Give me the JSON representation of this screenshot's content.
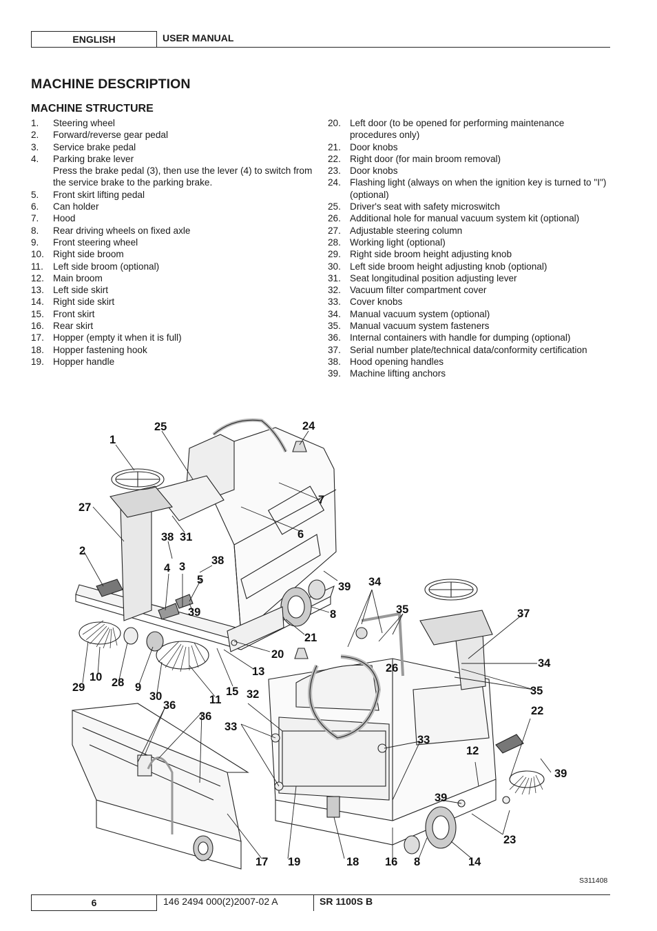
{
  "header": {
    "language": "ENGLISH",
    "title": "USER MANUAL"
  },
  "section_title": "MACHINE DESCRIPTION",
  "subsection_title": "MACHINE STRUCTURE",
  "parts_left": [
    {
      "num": "1.",
      "text": "Steering wheel"
    },
    {
      "num": "2.",
      "text": "Forward/reverse gear pedal"
    },
    {
      "num": "3.",
      "text": "Service brake pedal"
    },
    {
      "num": "4.",
      "text": "Parking brake lever"
    },
    {
      "num": "",
      "text": "Press the brake pedal (3), then use the lever (4) to switch from the service brake to the parking brake."
    },
    {
      "num": "5.",
      "text": "Front skirt lifting pedal"
    },
    {
      "num": "6.",
      "text": "Can holder"
    },
    {
      "num": "7.",
      "text": "Hood"
    },
    {
      "num": "8.",
      "text": "Rear driving wheels on fixed axle"
    },
    {
      "num": "9.",
      "text": "Front steering wheel"
    },
    {
      "num": "10.",
      "text": "Right side broom"
    },
    {
      "num": "11.",
      "text": "Left side broom (optional)"
    },
    {
      "num": "12.",
      "text": "Main broom"
    },
    {
      "num": "13.",
      "text": "Left side skirt"
    },
    {
      "num": "14.",
      "text": "Right side skirt"
    },
    {
      "num": "15.",
      "text": "Front skirt"
    },
    {
      "num": "16.",
      "text": "Rear skirt"
    },
    {
      "num": "17.",
      "text": "Hopper (empty it when it is full)"
    },
    {
      "num": "18.",
      "text": "Hopper fastening hook"
    },
    {
      "num": "19.",
      "text": "Hopper handle"
    }
  ],
  "parts_right": [
    {
      "num": "20.",
      "text": "Left door (to be opened for performing maintenance procedures only)"
    },
    {
      "num": "21.",
      "text": "Door knobs"
    },
    {
      "num": "22.",
      "text": "Right door (for main broom removal)"
    },
    {
      "num": "23.",
      "text": "Door knobs"
    },
    {
      "num": "24.",
      "text": "Flashing light (always on when the ignition key is turned to \"I\") (optional)"
    },
    {
      "num": "25.",
      "text": "Driver's seat with safety microswitch"
    },
    {
      "num": "26.",
      "text": "Additional hole for manual vacuum system kit (optional)"
    },
    {
      "num": "27.",
      "text": "Adjustable steering column"
    },
    {
      "num": "28.",
      "text": "Working light (optional)"
    },
    {
      "num": "29.",
      "text": "Right side broom height adjusting knob"
    },
    {
      "num": "30.",
      "text": "Left side broom height adjusting knob (optional)"
    },
    {
      "num": "31.",
      "text": "Seat longitudinal position adjusting lever"
    },
    {
      "num": "32.",
      "text": "Vacuum filter compartment cover"
    },
    {
      "num": "33.",
      "text": "Cover knobs"
    },
    {
      "num": "34.",
      "text": "Manual vacuum system (optional)"
    },
    {
      "num": "35.",
      "text": "Manual vacuum system fasteners"
    },
    {
      "num": "36.",
      "text": "Internal containers with handle for dumping (optional)"
    },
    {
      "num": "37.",
      "text": "Serial number plate/technical data/conformity certification"
    },
    {
      "num": "38.",
      "text": "Hood opening handles"
    },
    {
      "num": "39.",
      "text": "Machine lifting anchors"
    }
  ],
  "figure": {
    "callouts": [
      "1",
      "25",
      "24",
      "27",
      "7",
      "38",
      "31",
      "6",
      "2",
      "4",
      "3",
      "38",
      "5",
      "34",
      "39",
      "39",
      "35",
      "8",
      "37",
      "21",
      "20",
      "26",
      "34",
      "13",
      "10",
      "28",
      "9",
      "29",
      "30",
      "11",
      "15",
      "32",
      "35",
      "36",
      "36",
      "22",
      "33",
      "33",
      "12",
      "39",
      "39",
      "23",
      "17",
      "19",
      "18",
      "16",
      "8",
      "14"
    ],
    "code": "S311408"
  },
  "footer": {
    "page": "6",
    "doc_number": "146 2494 000(2)2007-02 A",
    "model": "SR 1100S B"
  }
}
